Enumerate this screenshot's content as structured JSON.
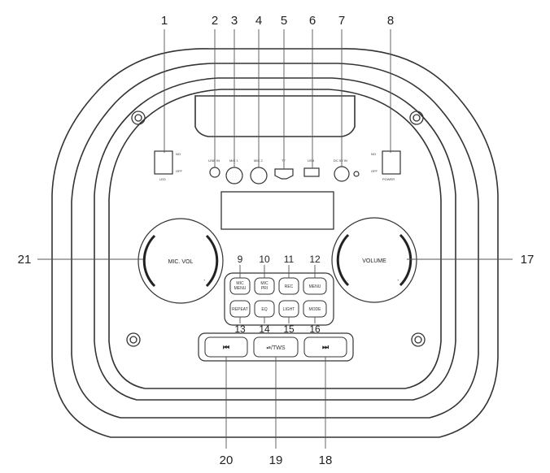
{
  "callouts": {
    "top": [
      "1",
      "2",
      "3",
      "4",
      "5",
      "6",
      "7",
      "8"
    ],
    "left": "21",
    "right": "17",
    "row1": [
      "9",
      "10",
      "11",
      "12"
    ],
    "row2": [
      "13",
      "14",
      "15",
      "16"
    ],
    "bottom": [
      "20",
      "19",
      "18"
    ]
  },
  "panel": {
    "led_on": "NO",
    "led_off": "OFF",
    "led_label": "LED",
    "power_on": "NO",
    "power_off": "OFF",
    "power_label": "POWER",
    "ports": [
      "LINE IN",
      "MIC 1",
      "MIC 2",
      "TF",
      "USB",
      "DC 5V IN"
    ]
  },
  "knobs": {
    "left": "MIC. VOL",
    "right": "VOLUME",
    "minus": "-",
    "plus": "+"
  },
  "buttons_row1": [
    "MIC\nMENU",
    "MIC\nPRI",
    "REC",
    "MENU"
  ],
  "buttons_row2": [
    "REPEAT",
    "EQ",
    "LIGHT",
    "MODE"
  ],
  "transport": {
    "prev": "⏮",
    "play": "⏯/TWS",
    "next": "⏭"
  }
}
